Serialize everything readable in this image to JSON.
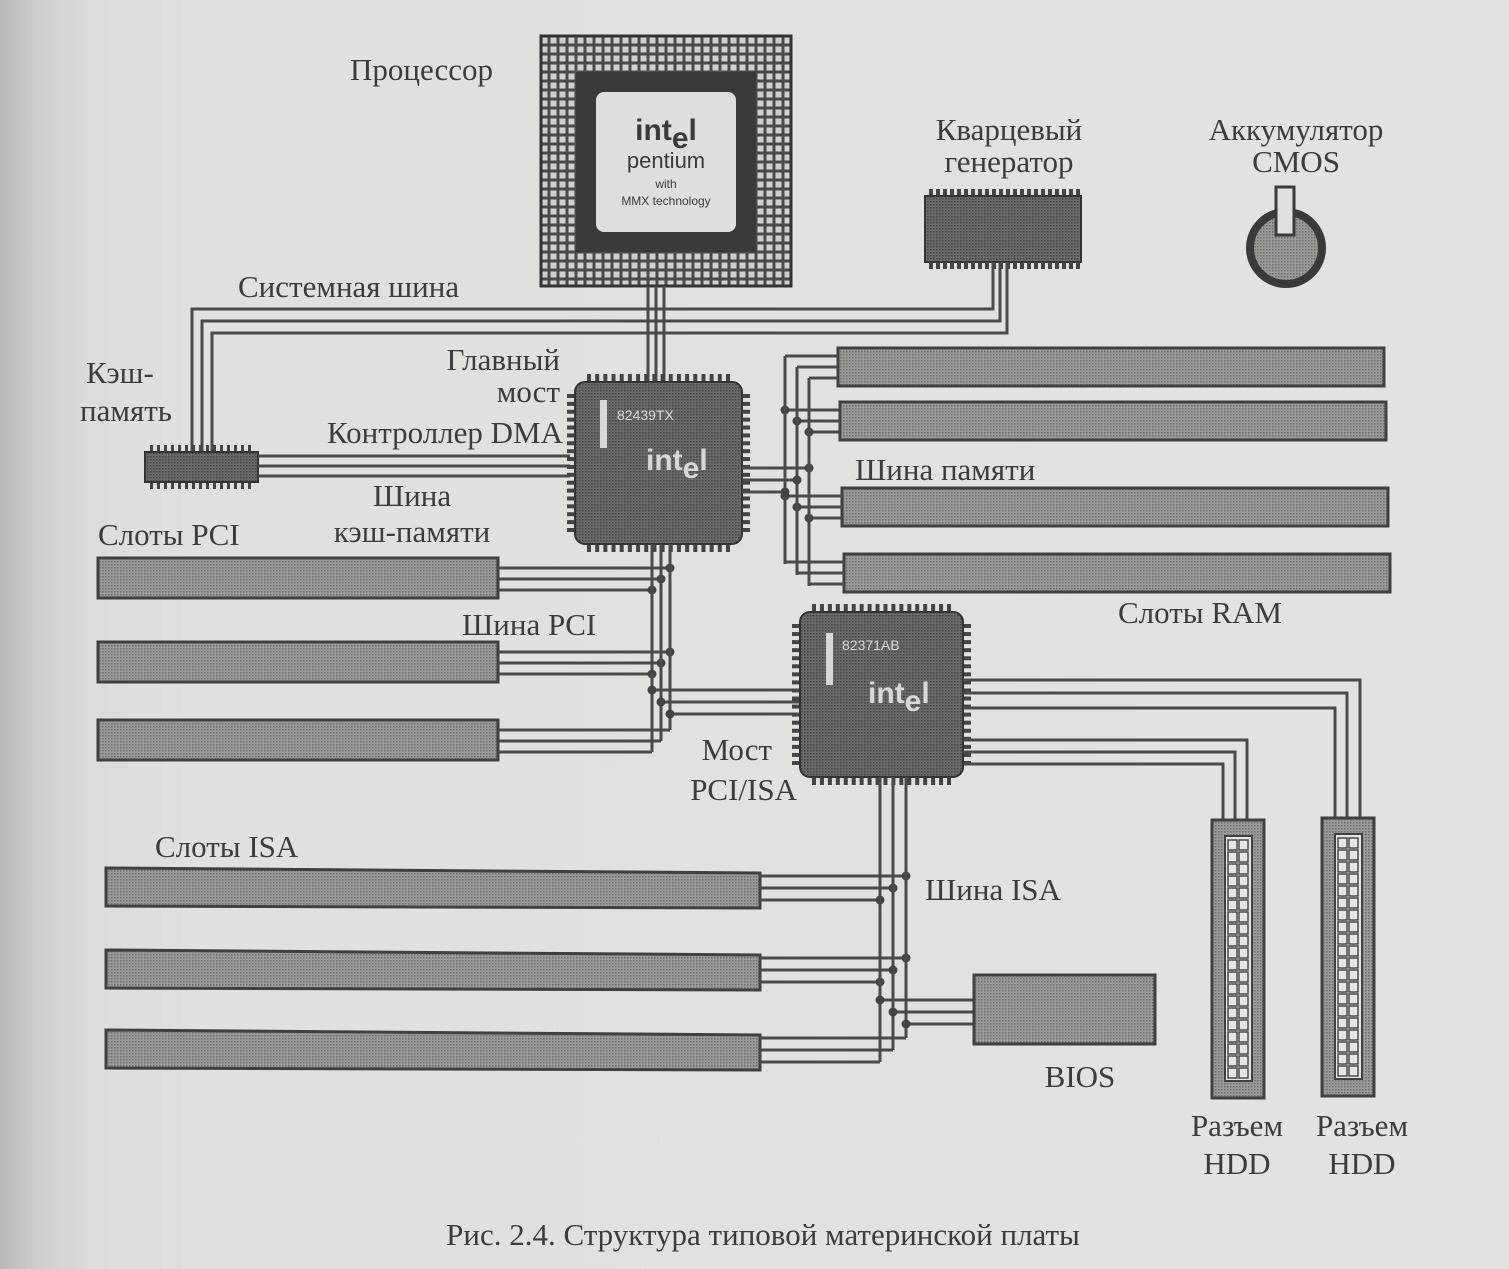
{
  "figure": {
    "caption": "Рис. 2.4. Структура типовой материнской платы"
  },
  "components": {
    "cpu": {
      "label": "Процессор",
      "brand": "intel",
      "brand_main": "int",
      "brand_e": "e",
      "brand_l": "l",
      "model": "pentium",
      "sub1": "with",
      "sub2": "MMX technology"
    },
    "crystal": {
      "label_line1": "Кварцевый",
      "label_line2": "генератор"
    },
    "battery": {
      "label_line1": "Аккумулятор",
      "label_line2": "CMOS"
    },
    "cache": {
      "label_line1": "Кэш-",
      "label_line2": "память"
    },
    "northbridge": {
      "label_line1": "Главный",
      "label_line2": "мост",
      "chip_id": "82439TX",
      "logo_i": "i",
      "brand_main": "int",
      "brand_e": "e",
      "brand_l": "l"
    },
    "southbridge": {
      "label_line1": "Мост",
      "label_line2": "PCI/ISA",
      "chip_id": "82371AB",
      "logo_i": "i",
      "brand_main": "int",
      "brand_e": "e",
      "brand_l": "l"
    },
    "bios": {
      "label": "BIOS"
    },
    "hdd1": {
      "label_line1": "Разъем",
      "label_line2": "HDD"
    },
    "hdd2": {
      "label_line1": "Разъем",
      "label_line2": "HDD"
    }
  },
  "labels": {
    "system_bus": "Системная шина",
    "dma_controller": "Контроллер DMA",
    "cache_bus_line1": "Шина",
    "cache_bus_line2": "кэш-памяти",
    "pci_slots": "Слоты PCI",
    "pci_bus": "Шина PCI",
    "memory_bus": "Шина памяти",
    "ram_slots": "Слоты RAM",
    "isa_slots": "Слоты ISA",
    "isa_bus": "Шина ISA"
  },
  "counts": {
    "ram_slots": 4,
    "pci_slots": 3,
    "isa_slots": 3,
    "hdd_connectors": 2
  }
}
